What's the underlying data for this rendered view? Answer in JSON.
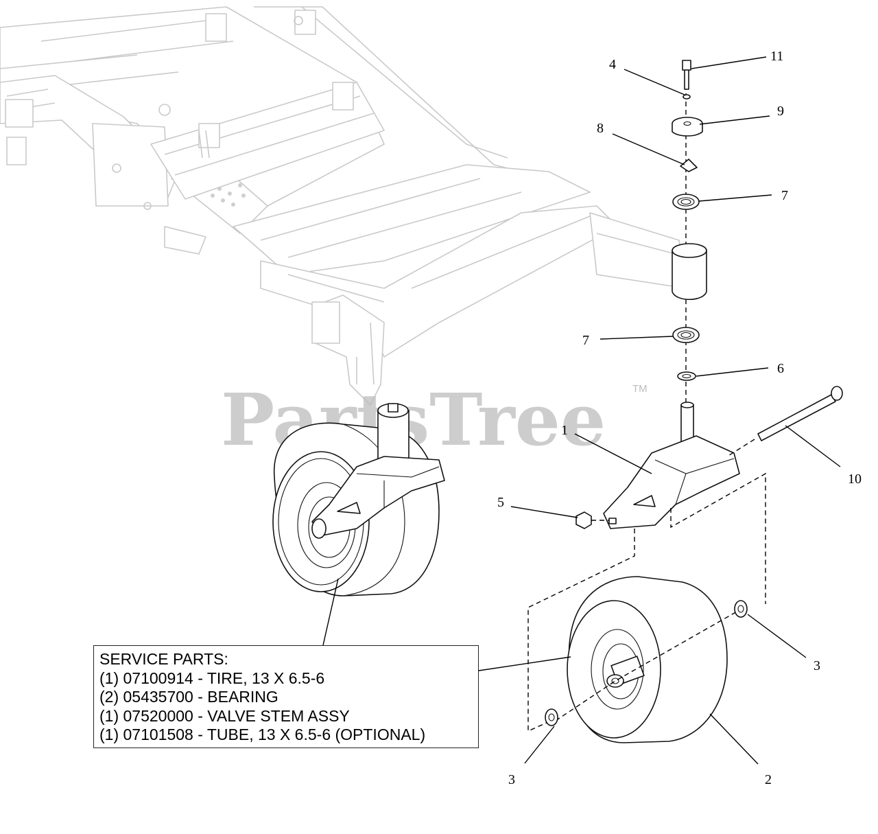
{
  "watermark": {
    "text": "PartsTree",
    "trademark": "TM"
  },
  "callouts": {
    "c1": "1",
    "c2": "2",
    "c3a": "3",
    "c3b": "3",
    "c4": "4",
    "c5": "5",
    "c6": "6",
    "c7a": "7",
    "c7b": "7",
    "c8": "8",
    "c9": "9",
    "c10": "10",
    "c11": "11"
  },
  "service_parts": {
    "heading": "SERVICE PARTS:",
    "lines": [
      "(1) 07100914 - TIRE, 13 X 6.5-6",
      "(2) 05435700 - BEARING",
      "(1) 07520000 - VALVE STEM ASSY",
      "(1) 07101508 - TUBE, 13 X 6.5-6 (OPTIONAL)"
    ]
  }
}
